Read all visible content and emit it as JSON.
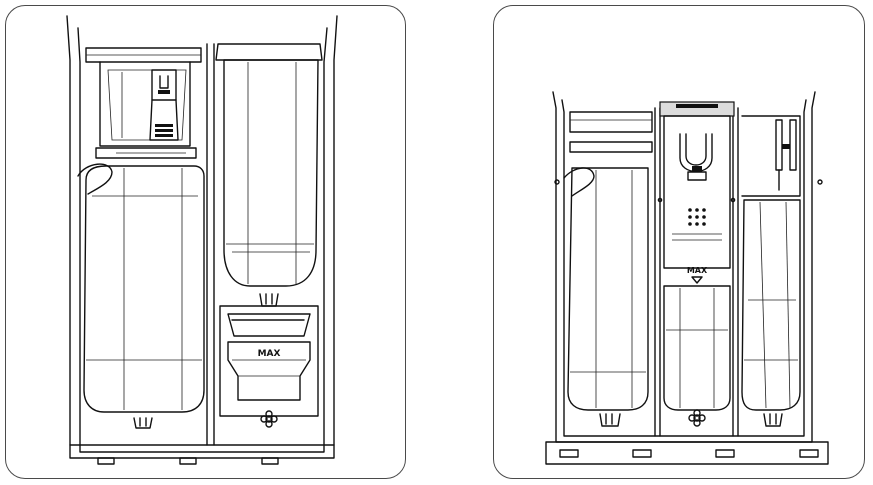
{
  "figure": {
    "left_drawer": {
      "max_label": "MAX",
      "compartments": [
        {
          "id": "main-wash",
          "symbol_icon": "main-wash-icon"
        },
        {
          "id": "softener",
          "symbol_icon": "softener-flower-icon"
        },
        {
          "id": "prewash",
          "symbol_icon": "prewash-icon"
        }
      ]
    },
    "right_drawer": {
      "max_label": "MAX",
      "compartments": [
        {
          "id": "main-wash",
          "symbol_icon": "main-wash-icon"
        },
        {
          "id": "softener",
          "symbol_icon": "softener-flower-icon"
        },
        {
          "id": "prewash",
          "symbol_icon": "prewash-icon"
        }
      ]
    },
    "colors": {
      "line": "#111111",
      "panel_border": "#4a4a4a",
      "background": "#ffffff"
    }
  }
}
